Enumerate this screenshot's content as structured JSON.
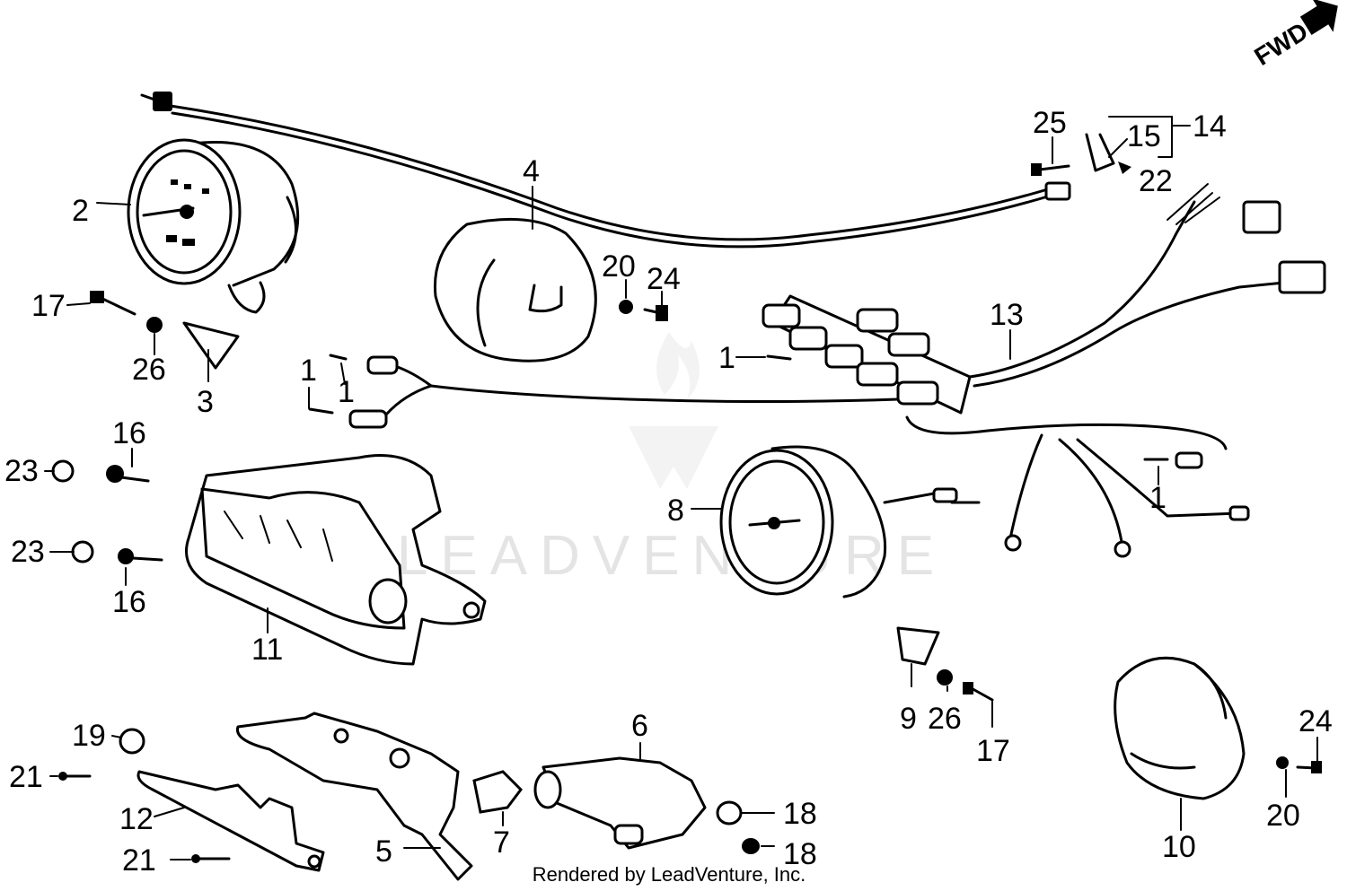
{
  "watermark": "LEADVENTURE",
  "footer": "Rendered by LeadVenture, Inc.",
  "direction_marker": "FWD",
  "callouts": {
    "c1a": "1",
    "c1b": "1",
    "c1c": "1",
    "c1d": "1",
    "c2": "2",
    "c3": "3",
    "c4": "4",
    "c5": "5",
    "c6": "6",
    "c7": "7",
    "c8": "8",
    "c9": "9",
    "c10": "10",
    "c11": "11",
    "c12": "12",
    "c13": "13",
    "c14": "14",
    "c15": "15",
    "c16a": "16",
    "c16b": "16",
    "c17a": "17",
    "c17b": "17",
    "c18a": "18",
    "c18b": "18",
    "c19": "19",
    "c20a": "20",
    "c20b": "20",
    "c21a": "21",
    "c21b": "21",
    "c22": "22",
    "c23a": "23",
    "c23b": "23",
    "c24a": "24",
    "c24b": "24",
    "c25": "25",
    "c26a": "26",
    "c26b": "26"
  }
}
